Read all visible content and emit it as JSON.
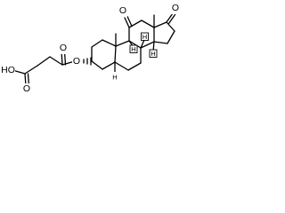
{
  "structure": {
    "atoms": {
      "ho_label": "HO",
      "o_acid_carbonyl": "O",
      "o_ester_bridge": "O",
      "o_ester_carbonyl": "O",
      "o_c11_ketone": "O",
      "o_c17_ketone": "O"
    },
    "stereo_h": {
      "c5": "H",
      "c8": "H",
      "c9": "H",
      "c14": "H"
    }
  }
}
